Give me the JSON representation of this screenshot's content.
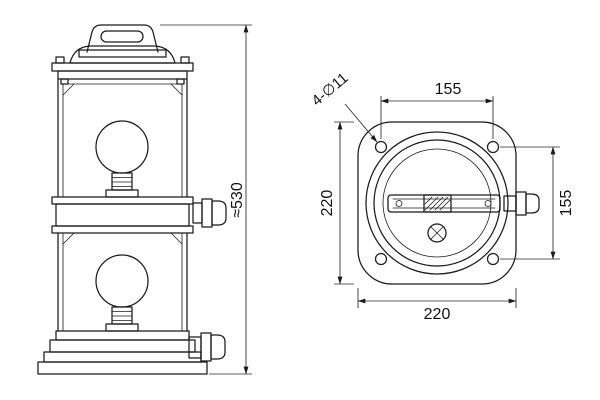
{
  "drawing": {
    "title": "double-tier-signal-lantern-drawing",
    "front_view": {
      "height_label": "≈530"
    },
    "plan_view": {
      "hole_callout": "4-∅11",
      "top_hole_spacing": "155",
      "side_hole_spacing": "155",
      "left_overall": "220",
      "bottom_overall": "220"
    },
    "colors": {
      "line": "#1b1b1b",
      "background": "#ffffff"
    }
  }
}
